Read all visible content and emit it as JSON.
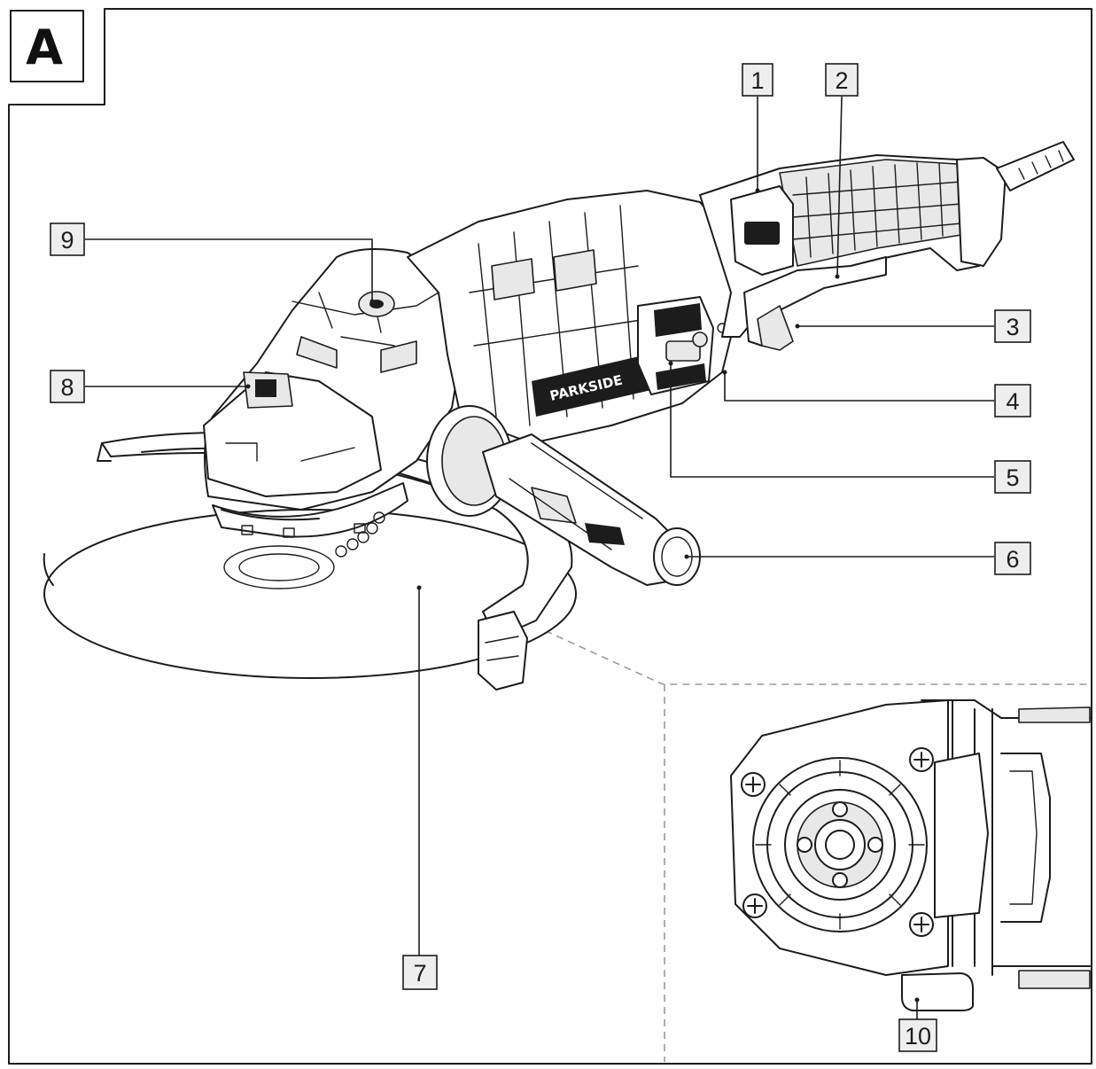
{
  "figure": {
    "panel_label": "A",
    "brand_logo_text": "PARKSIDE"
  },
  "callouts": [
    {
      "id": "1",
      "label": "1"
    },
    {
      "id": "2",
      "label": "2"
    },
    {
      "id": "3",
      "label": "3"
    },
    {
      "id": "4",
      "label": "4"
    },
    {
      "id": "5",
      "label": "5"
    },
    {
      "id": "6",
      "label": "6"
    },
    {
      "id": "7",
      "label": "7"
    },
    {
      "id": "8",
      "label": "8"
    },
    {
      "id": "9",
      "label": "9"
    },
    {
      "id": "10",
      "label": "10"
    }
  ]
}
